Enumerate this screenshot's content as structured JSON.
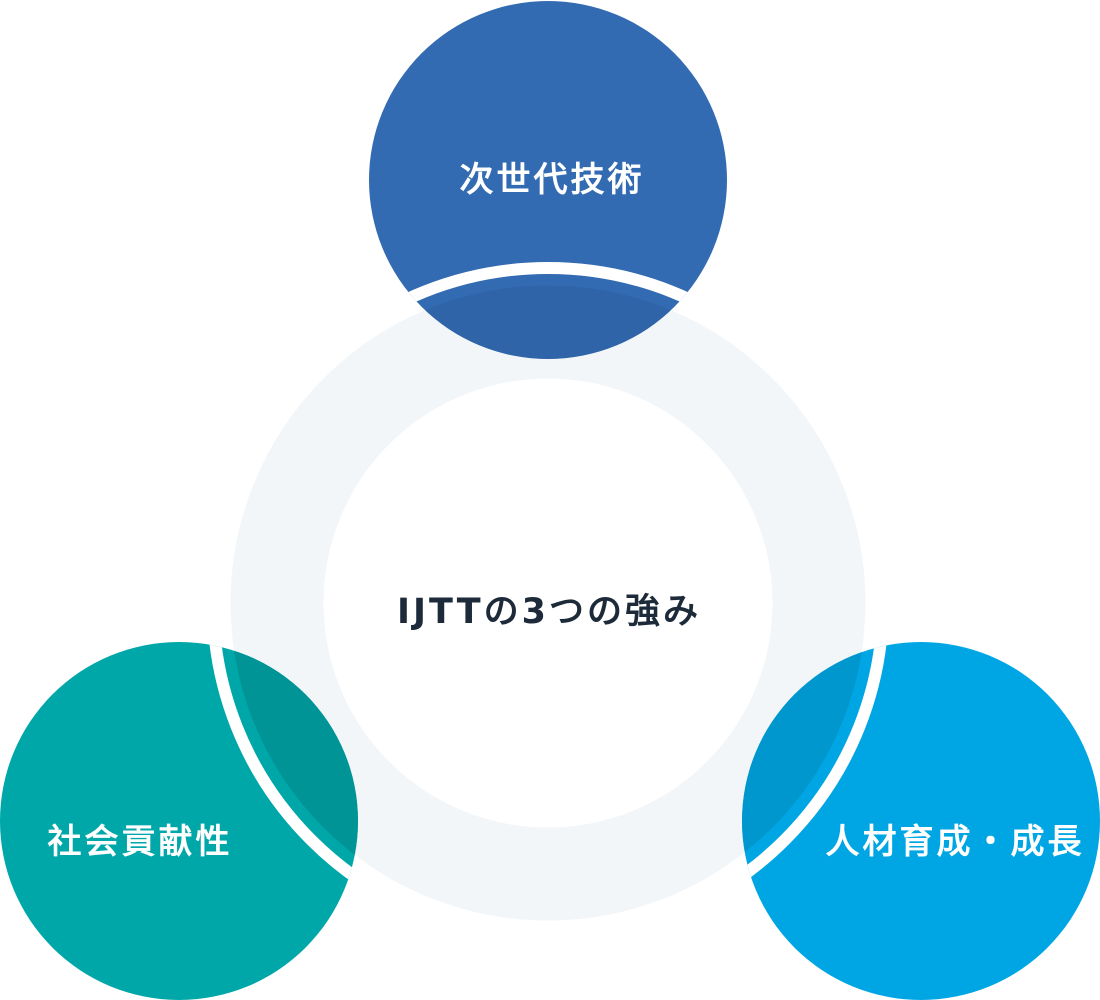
{
  "center": {
    "label": "IJTTの3つの強み"
  },
  "nodes": {
    "top": {
      "label": "次世代技術"
    },
    "left": {
      "label": "社会貢献性"
    },
    "right": {
      "label": "人材育成・成長"
    }
  },
  "colors": {
    "ring": "#f3f6f8",
    "top": "#336bb3",
    "left": "#00a7a9",
    "right": "#00a6e4",
    "center_text": "#1c2a3a"
  }
}
